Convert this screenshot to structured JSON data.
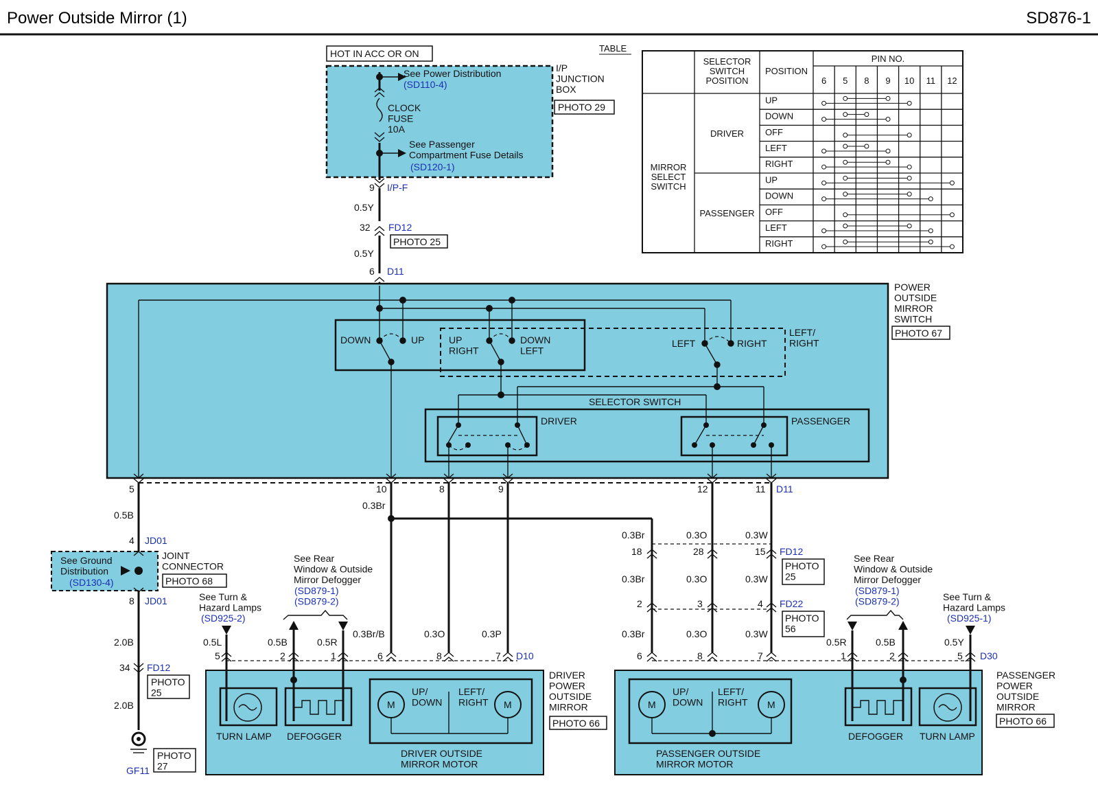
{
  "header": {
    "title": "Power Outside Mirror (1)",
    "code": "SD876-1"
  },
  "power_source": {
    "hot_label": "HOT IN ACC OR ON",
    "junction_box": "I/P\nJUNCTION\nBOX",
    "junction_photo": "PHOTO 29",
    "see_power": "See Power Distribution",
    "see_power_ref": "(SD110-4)",
    "fuse": "CLOCK\nFUSE\n10A",
    "see_pass": "See Passenger\nCompartment Fuse Details",
    "see_pass_ref": "(SD120-1)"
  },
  "upper_connectors": [
    {
      "pin": "9",
      "name": "I/P-F"
    },
    {
      "wire": "0.5Y"
    },
    {
      "pin": "32",
      "name": "FD12",
      "photo": "PHOTO 25"
    },
    {
      "wire": "0.5Y"
    },
    {
      "pin": "6",
      "name": "D11"
    }
  ],
  "switch": {
    "title": "POWER\nOUTSIDE\nMIRROR\nSWITCH",
    "photo": "PHOTO 67",
    "down": "DOWN",
    "up": "UP",
    "up_right": "UP\nRIGHT",
    "down_left": "DOWN\nLEFT",
    "left": "LEFT",
    "right": "RIGHT",
    "left_right": "LEFT/\nRIGHT",
    "selector": "SELECTOR SWITCH",
    "driver": "DRIVER",
    "passenger": "PASSENGER",
    "pins": [
      "5",
      "10",
      "8",
      "9",
      "12",
      "11"
    ],
    "pin_conn": "D11"
  },
  "joint": {
    "pin_top": "4",
    "conn_top": "JD01",
    "wire_top": "0.5B",
    "see": "See Ground\nDistribution",
    "ref": "(SD130-4)",
    "label": "JOINT\nCONNECTOR",
    "photo": "PHOTO 68",
    "pin_bot": "8",
    "conn_bot": "JD01",
    "wire1": "2.0B",
    "pin_fd": "34",
    "conn_fd": "FD12",
    "photo_fd": "PHOTO\n25",
    "wire2": "2.0B",
    "ground": "GF11",
    "photo_gnd": "PHOTO\n27"
  },
  "wires_mid": {
    "w10": "0.3Br",
    "left_cols": [
      "0.3Br",
      "0.3O",
      "0.3W"
    ],
    "pins_fd12": [
      "18",
      "28",
      "15"
    ],
    "conn_fd12": "FD12",
    "photo_fd12": "PHOTO\n25",
    "mid_cols": [
      "0.3Br",
      "0.3O",
      "0.3W"
    ],
    "pins_fd22": [
      "2",
      "3",
      "4"
    ],
    "conn_fd22": "FD22",
    "photo_fd22": "PHOTO\n56"
  },
  "driver_side": {
    "see_turn": "See Turn &\nHazard Lamps",
    "see_turn_ref": "(SD925-2)",
    "see_rear": "See Rear\nWindow & Outside\nMirror Defogger",
    "see_rear_ref": "(SD879-1)\n(SD879-2)",
    "wires": [
      "0.5L",
      "0.5B",
      "0.5R",
      "0.3Br/B",
      "0.3O",
      "0.3P"
    ],
    "pins": [
      "5",
      "2",
      "1",
      "6",
      "8",
      "7"
    ],
    "conn": "D10",
    "turn_lamp": "TURN LAMP",
    "defogger": "DEFOGGER",
    "updown": "UP/\nDOWN",
    "leftright": "LEFT/\nRIGHT",
    "m": "M",
    "motor": "DRIVER OUTSIDE\nMIRROR MOTOR",
    "title": "DRIVER\nPOWER\nOUTSIDE\nMIRROR",
    "photo": "PHOTO 66"
  },
  "passenger_side": {
    "see_rear": "See Rear\nWindow & Outside\nMirror Defogger",
    "see_rear_ref": "(SD879-1)\n(SD879-2)",
    "see_turn": "See Turn &\nHazard Lamps",
    "see_turn_ref": "(SD925-1)",
    "wires": [
      "0.3Br",
      "0.3O",
      "0.3W",
      "0.5R",
      "0.5B",
      "0.5Y"
    ],
    "pins": [
      "6",
      "8",
      "7",
      "1",
      "2",
      "5"
    ],
    "conn": "D30",
    "turn_lamp": "TURN LAMP",
    "defogger": "DEFOGGER",
    "updown": "UP/\nDOWN",
    "leftright": "LEFT/\nRIGHT",
    "m": "M",
    "motor": "PASSENGER OUTSIDE\nMIRROR MOTOR",
    "title": "PASSENGER\nPOWER\nOUTSIDE\nMIRROR",
    "photo": "PHOTO 66"
  },
  "table": {
    "caption": "TABLE",
    "h_selector": "SELECTOR\nSWITCH\nPOSITION",
    "h_position": "POSITION",
    "h_pin": "PIN NO.",
    "pins": [
      "6",
      "5",
      "8",
      "9",
      "10",
      "11",
      "12"
    ],
    "row_group": "MIRROR\nSELECT\nSWITCH",
    "driver": "DRIVER",
    "passenger": "PASSENGER",
    "positions": [
      "UP",
      "DOWN",
      "OFF",
      "LEFT",
      "RIGHT"
    ]
  }
}
